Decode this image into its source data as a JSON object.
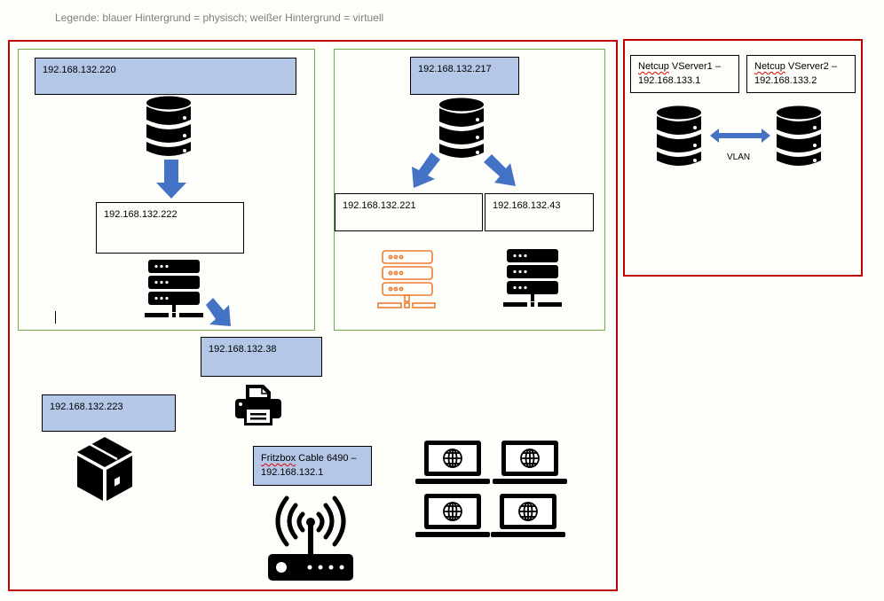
{
  "legend": "Legende: blauer Hintergrund = physisch; weißer Hintergrund = virtuell",
  "colors": {
    "physical_bg": "#b4c7e7",
    "virtual_bg": "#fdfdfa",
    "site_frame": "#c00000",
    "group_frame": "#70ad47",
    "arrow": "#4472c4",
    "orange_icon": "#ed7d31"
  },
  "local_network": {
    "group_left": {
      "host": {
        "label": "192.168.132.220",
        "type": "physisch",
        "icon": "database-icon"
      },
      "vm": {
        "label": "192.168.132.222",
        "type": "virtuell",
        "icon": "server-icon"
      }
    },
    "group_right": {
      "host": {
        "label": "192.168.132.217",
        "type": "physisch",
        "icon": "database-icon"
      },
      "vms": [
        {
          "label": "192.168.132.221",
          "type": "virtuell",
          "icon": "server-outline-icon"
        },
        {
          "label": "192.168.132.43",
          "type": "virtuell",
          "icon": "server-icon"
        }
      ]
    },
    "printer": {
      "label": "192.168.132.38",
      "type": "physisch",
      "icon": "printer-icon"
    },
    "box": {
      "label": "192.168.132.223",
      "type": "physisch",
      "icon": "package-icon"
    },
    "router": {
      "name": "Fritzbox",
      "label_rest": " Cable 6490 –",
      "ip": "192.168.132.1",
      "type": "physisch",
      "icon": "wifi-router-icon"
    },
    "clients": {
      "count": 4,
      "icon": "laptop-globe-icon"
    }
  },
  "remote_network": {
    "servers": [
      {
        "brand": "Netcup",
        "name_rest": " VServer1 –",
        "ip": "192.168.133.1",
        "icon": "database-icon"
      },
      {
        "brand": "Netcup",
        "name_rest": " VServer2 –",
        "ip": "192.168.133.2",
        "icon": "database-icon"
      }
    ],
    "link_label": "VLAN"
  }
}
